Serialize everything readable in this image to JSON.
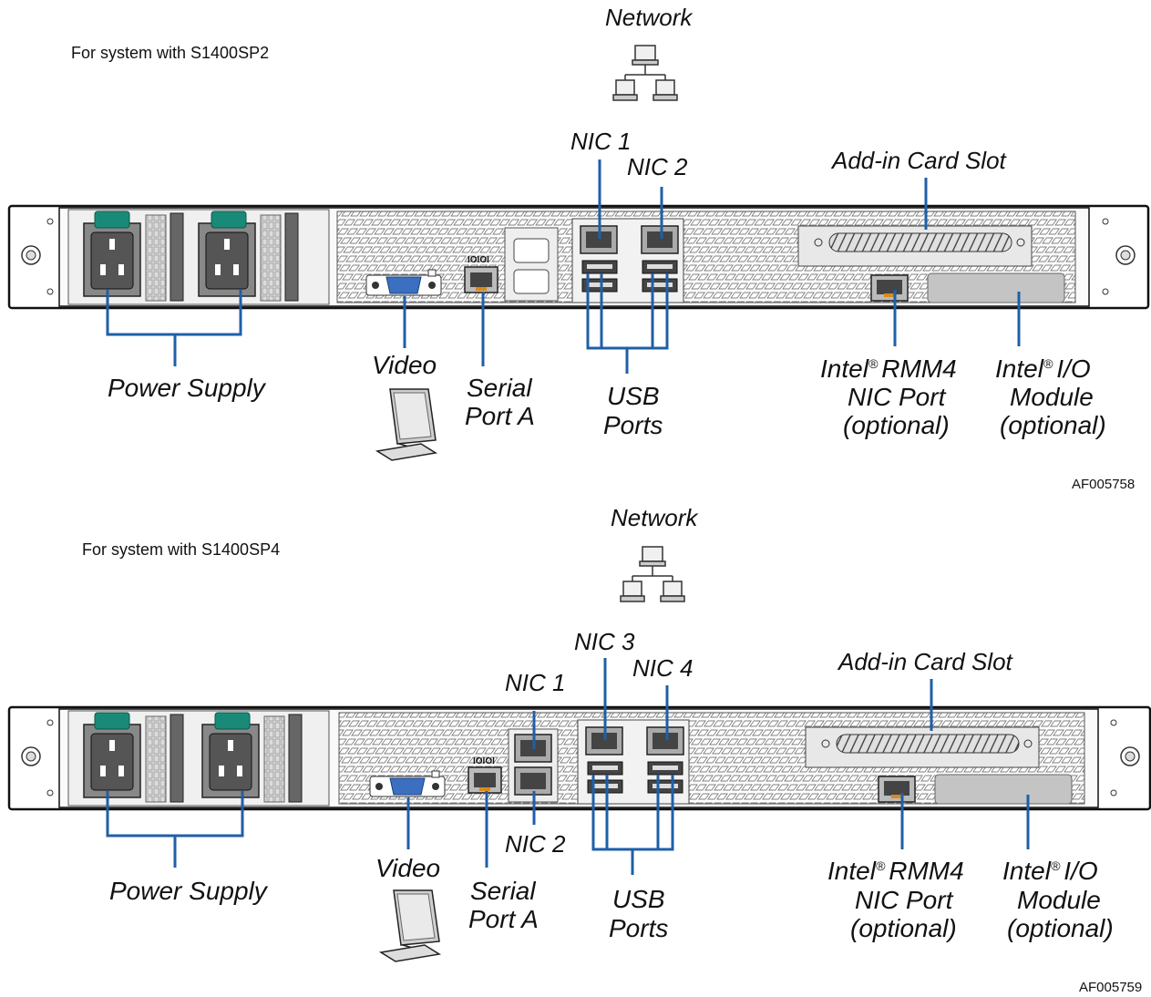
{
  "panels": [
    {
      "system_caption": "For system with S1400SP2",
      "figure_id": "AF005758",
      "network_label": "Network",
      "nic_labels": [
        "NIC 1",
        "NIC 2"
      ],
      "addin_label": "Add-in Card Slot",
      "power_label": "Power Supply",
      "video_label": "Video",
      "serial_label": [
        "Serial",
        "Port A"
      ],
      "usb_label": [
        "USB",
        "Ports"
      ],
      "rmm_label": [
        "Intel",
        "RMM4",
        "NIC Port",
        "(optional)"
      ],
      "io_label": [
        "Intel",
        "I/O",
        "Module",
        "(optional)"
      ],
      "serial_silk": "IOIOI"
    },
    {
      "system_caption": "For system with S1400SP4",
      "figure_id": "AF005759",
      "network_label": "Network",
      "nic_labels": [
        "NIC 1",
        "NIC 2",
        "NIC 3",
        "NIC 4"
      ],
      "addin_label": "Add-in Card Slot",
      "power_label": "Power Supply",
      "video_label": "Video",
      "serial_label": [
        "Serial",
        "Port A"
      ],
      "usb_label": [
        "USB",
        "Ports"
      ],
      "rmm_label": [
        "Intel",
        "RMM4",
        "NIC Port",
        "(optional)"
      ],
      "io_label": [
        "Intel",
        "I/O",
        "Module",
        "(optional)"
      ],
      "serial_silk": "IOIOI"
    }
  ],
  "registered_mark": "®",
  "colors": {
    "callout": "#1f5fa8",
    "latch": "#1a8a78",
    "chassis": "#111111",
    "panel_fill": "#f4f4f4",
    "port_fill": "#bfbfbf"
  },
  "icons": [
    "network-icon",
    "monitor-icon",
    "power-inlet-icon",
    "vga-port-icon",
    "rj45-port-icon",
    "usb-port-icon"
  ]
}
